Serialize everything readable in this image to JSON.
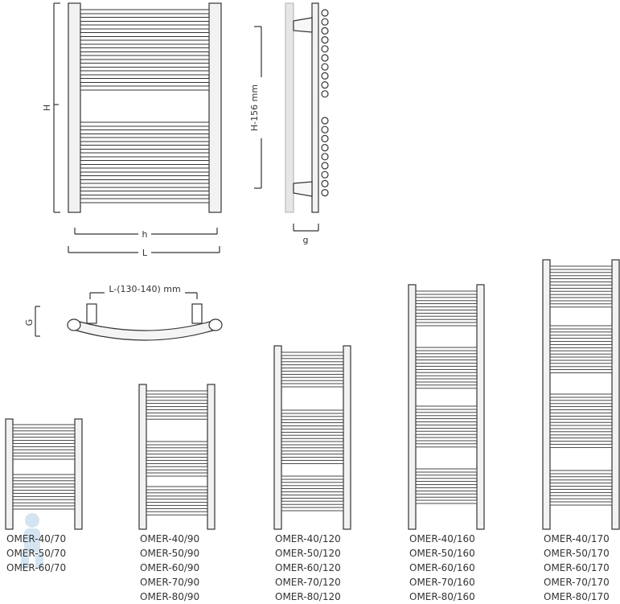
{
  "dimensions": {
    "height_label": "H",
    "inner_width_label": "h",
    "outer_width_label": "L",
    "spacing_label": "H-156 mm",
    "depth_label": "g",
    "top_spacing_label": "L-(130-140) mm",
    "top_depth_label": "G"
  },
  "models": [
    {
      "group": "70",
      "names": [
        "OMER-40/70",
        "OMER-50/70",
        "OMER-60/70"
      ]
    },
    {
      "group": "90",
      "names": [
        "OMER-40/90",
        "OMER-50/90",
        "OMER-60/90",
        "OMER-70/90",
        "OMER-80/90"
      ]
    },
    {
      "group": "120",
      "names": [
        "OMER-40/120",
        "OMER-50/120",
        "OMER-60/120",
        "OMER-70/120",
        "OMER-80/120"
      ]
    },
    {
      "group": "160",
      "names": [
        "OMER-40/160",
        "OMER-50/160",
        "OMER-60/160",
        "OMER-70/160",
        "OMER-80/160"
      ]
    },
    {
      "group": "170",
      "names": [
        "OMER-40/170",
        "OMER-50/170",
        "OMER-60/170",
        "OMER-70/170",
        "OMER-80/170"
      ]
    }
  ],
  "colors": {
    "line": "#333333",
    "rail_fill": "#f2f2f2",
    "watermark": "#b9d4e8"
  }
}
